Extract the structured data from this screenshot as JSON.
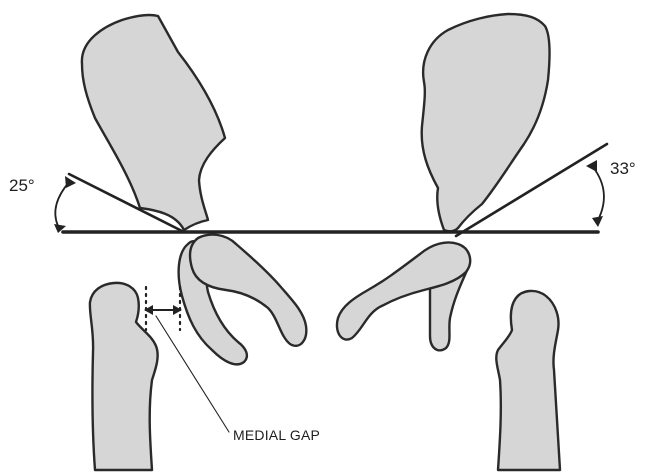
{
  "labels": {
    "angle_left": "25°",
    "angle_right": "33°",
    "medial_gap": "MEDIAL GAP"
  },
  "colors": {
    "bone_fill": "#d6d6d6",
    "outline": "#2a2a2a",
    "background": "#ffffff"
  }
}
